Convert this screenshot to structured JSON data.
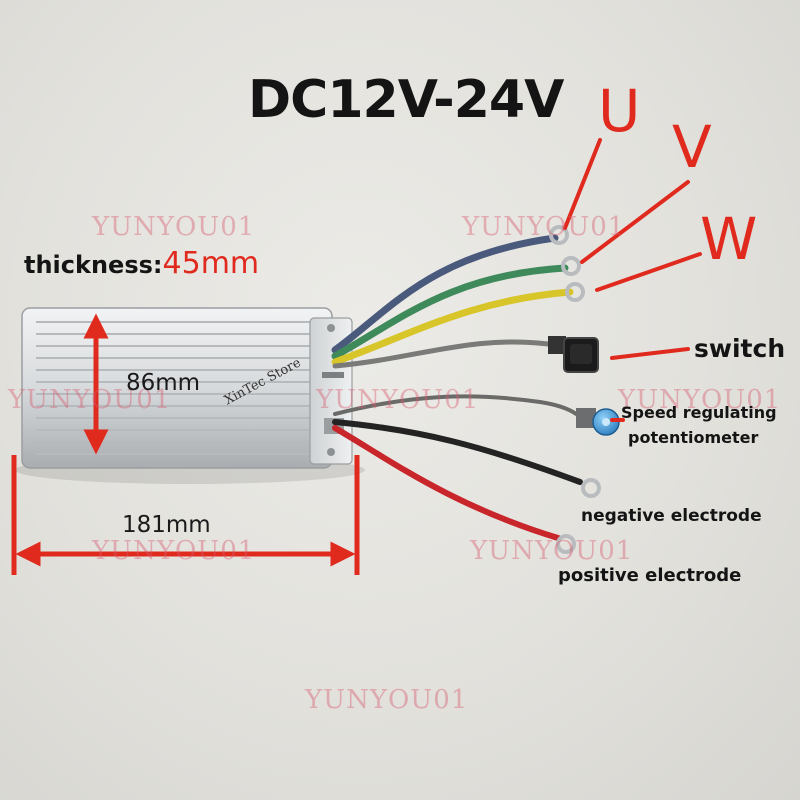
{
  "title": "DC12V-24V",
  "phases": {
    "u": "U",
    "v": "V",
    "w": "W"
  },
  "thickness": {
    "label": "thickness:",
    "value": "45mm"
  },
  "dimensions": {
    "height": "86mm",
    "length": "181mm"
  },
  "parts": {
    "switch": "switch",
    "speed_line1": "Speed regulating",
    "speed_line2": "potentiometer",
    "negative": "negative electrode",
    "positive": "positive electrode"
  },
  "store": "XinTec Store",
  "watermark": "YUNYOU01",
  "colors": {
    "annotation_red": "#e02a1e",
    "wire_blue": "#4a5a7c",
    "wire_green": "#3f8a5a",
    "wire_yellow": "#d8c52a",
    "wire_red": "#c8262a",
    "wire_black": "#232323",
    "wire_gray": "#7a7a78",
    "controller_aluminum": "#c9ccce"
  }
}
